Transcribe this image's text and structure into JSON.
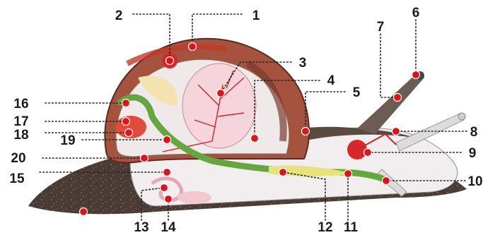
{
  "diagram": {
    "subject": "snail internal anatomy",
    "colors": {
      "shell": "#a5523f",
      "shell_dark": "#6e3428",
      "foot": "#4a3c34",
      "body": "#f2eeef",
      "lung": "#f6d4dc",
      "vessels": "#c62828",
      "digestive": "#66a63f",
      "heart": "#d9262b",
      "gland": "#e8e27a",
      "marker": "#d8161c"
    },
    "labels": [
      "1",
      "2",
      "3",
      "4",
      "5",
      "6",
      "7",
      "8",
      "9",
      "10",
      "11",
      "12",
      "13",
      "14",
      "15",
      "16",
      "17",
      "18",
      "19",
      "20"
    ]
  }
}
